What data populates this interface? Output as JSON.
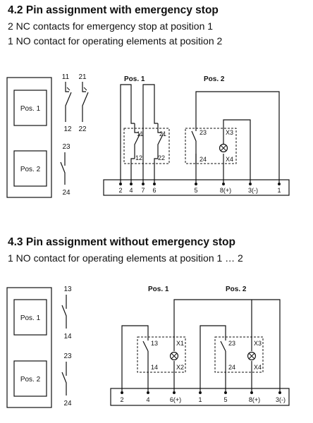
{
  "section1": {
    "heading": "4.2 Pin assignment with emergency stop",
    "line1": "2 NC contacts for emergency stop at position 1",
    "line2": "1 NO contact for operating elements at position 2",
    "device": {
      "pos1": "Pos. 1",
      "pos2": "Pos. 2"
    },
    "contacts": {
      "c11": "11",
      "c21": "21",
      "c12": "12",
      "c22": "22",
      "c23": "23",
      "c24": "24"
    },
    "schematic": {
      "pos1_label": "Pos. 1",
      "pos2_label": "Pos. 2",
      "inner": {
        "a": "11",
        "b": "21",
        "c": "12",
        "d": "22",
        "e": "23",
        "f": "X3",
        "g": "24",
        "h": "X4"
      },
      "terminals": [
        "2",
        "4",
        "7",
        "6",
        "5",
        "8(+)",
        "3(-)",
        "1"
      ]
    }
  },
  "section2": {
    "heading": "4.3 Pin assignment without emergency stop",
    "line1": "1 NO contact for operating elements at position 1 … 2",
    "device": {
      "pos1": "Pos. 1",
      "pos2": "Pos. 2"
    },
    "contacts": {
      "c13": "13",
      "c14": "14",
      "c23": "23",
      "c24": "24"
    },
    "schematic": {
      "pos1_label": "Pos. 1",
      "pos2_label": "Pos. 2",
      "inner1": {
        "a": "13",
        "b": "X1",
        "c": "14",
        "d": "X2"
      },
      "inner2": {
        "a": "23",
        "b": "X3",
        "c": "24",
        "d": "X4"
      },
      "terminals": [
        "2",
        "4",
        "6(+)",
        "1",
        "5",
        "8(+)",
        "3(-)"
      ]
    }
  }
}
